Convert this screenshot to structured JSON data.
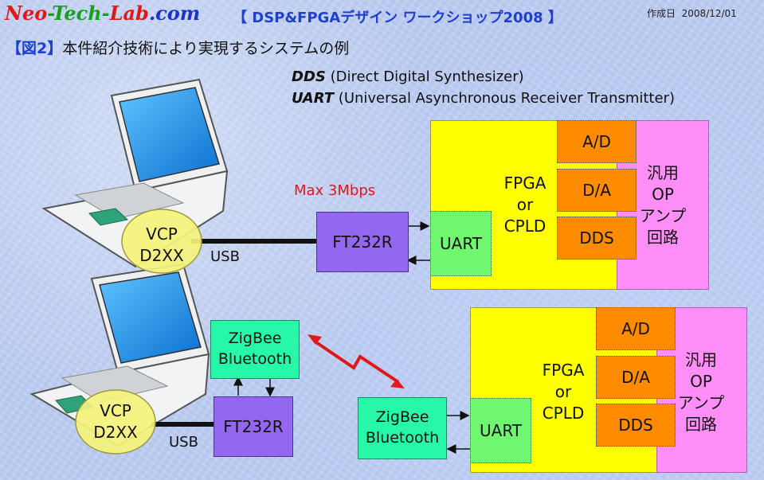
{
  "header": {
    "logo": {
      "neo": "Neo",
      "tech": "-Tech-",
      "lab": "Lab",
      "com": ".com"
    },
    "title": "【 DSP&FPGAデザイン ワークショップ2008 】",
    "date_label": "作成日",
    "date_value": "2008/12/01"
  },
  "figure": {
    "tag": "【図2】",
    "caption": "本件紹介技術により実現するシステムの例"
  },
  "definitions": [
    {
      "abbr": "DDS",
      "full": " (Direct Digital Synthesizer)"
    },
    {
      "abbr": "UART",
      "full": " (Universal Asynchronous Receiver Transmitter)"
    }
  ],
  "top_system": {
    "rate": "Max  3Mbps",
    "pc_label": "VCP\nD2XX",
    "link_label": "USB",
    "bridge": "FT232R",
    "uart": "UART",
    "fpga": "FPGA\nor\nCPLD",
    "ad": "A/D",
    "da": "D/A",
    "dds": "DDS",
    "opamp": "汎用\nOP\nアンプ\n回路"
  },
  "bottom_system": {
    "pc_label": "VCP\nD2XX",
    "link_label": "USB",
    "bridge": "FT232R",
    "wireless_tx": "ZigBee\nBluetooth",
    "wireless_rx": "ZigBee\nBluetooth",
    "uart": "UART",
    "fpga": "FPGA\nor\nCPLD",
    "ad": "A/D",
    "da": "D/A",
    "dds": "DDS",
    "opamp": "汎用\nOP\nアンプ\n回路"
  },
  "colors": {
    "fpga_board": "#ffff00",
    "opamp_board": "#ff8ef8",
    "converter": "#ff8c00",
    "uart": "#6ff86f",
    "ft232r": "#9467f0",
    "wireless": "#26f8a8",
    "rate_text": "#e01818",
    "title_text": "#1e3fd0"
  }
}
